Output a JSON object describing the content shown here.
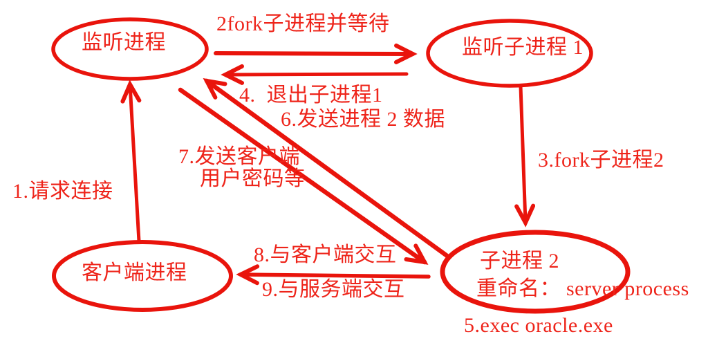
{
  "diagram": {
    "colors": {
      "ink": "#e9140c",
      "text": "#ee241a",
      "background": "#ffffff"
    },
    "nodes": {
      "listener": {
        "label": "监听进程"
      },
      "listener_child_1": {
        "label": "监听子进程 1"
      },
      "client": {
        "label": "客户端进程"
      },
      "child_2": {
        "line1": "子进程 2",
        "line2": "重命名： server process"
      }
    },
    "edges": {
      "request_connect": {
        "label": "1.请求连接"
      },
      "fork_and_wait": {
        "label": "2fork子进程并等待"
      },
      "fork_child_2": {
        "label": "3.fork子进程2"
      },
      "exit_child_1": {
        "label": "4.  退出子进程1"
      },
      "exec_oracle": {
        "label": "5.exec oracle.exe"
      },
      "send_process_2_data": {
        "label": "6.发送进程 2 数据"
      },
      "send_client_credentials": {
        "line1": "7.发送客户端",
        "line2": "用户密码等"
      },
      "interact_with_client": {
        "label": "8.与客户端交互"
      },
      "interact_with_server": {
        "label": "9.与服务端交互"
      }
    }
  }
}
